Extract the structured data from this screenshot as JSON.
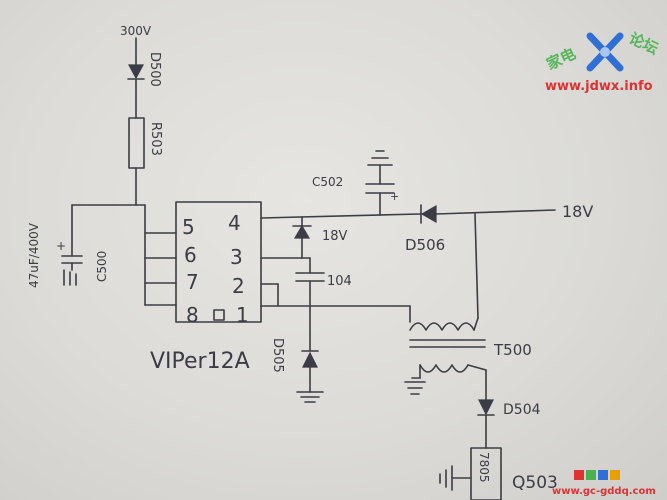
{
  "schematic": {
    "supply_label": "300V",
    "ic_label": "VIPer12A",
    "pins": [
      "5",
      "4",
      "6",
      "3",
      "7",
      "2",
      "8",
      "1"
    ],
    "components": {
      "d500": "D500",
      "r503": "R503",
      "cap_main": "47uF/400V",
      "c500": "C500",
      "c502": "C502",
      "plus_c502": "+",
      "plus_main": "+",
      "zener_label": "18V",
      "cap_104": "104",
      "d505": "D505",
      "d506": "D506",
      "output": "18V",
      "t500": "T500",
      "d504": "D504",
      "q503": "Q503",
      "q503_part": "7805"
    }
  },
  "watermark": {
    "site": "www.jdwx.info",
    "corner_site": "www.gc-gddq.com",
    "colors": {
      "green": "#4caf50",
      "blue": "#2f6fd6",
      "red": "#d33"
    }
  }
}
